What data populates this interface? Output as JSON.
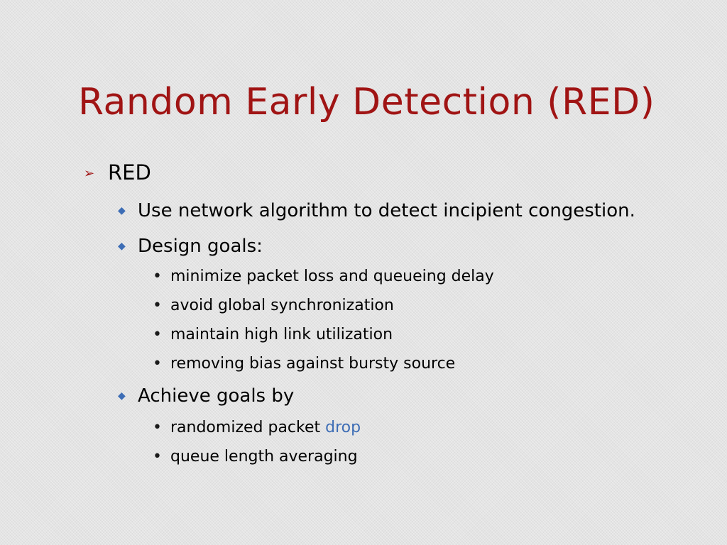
{
  "slide": {
    "title": "Random Early Detection (RED)",
    "colors": {
      "title": "#a01414",
      "accent": "#3d6db5",
      "bullet_l1": "#a01414",
      "bullet_l2": "#3d6db5"
    },
    "level1": {
      "bullet_icon": "arrow-bullet-icon",
      "text": "RED"
    },
    "level2": [
      {
        "bullet_icon": "diamond-bullet-icon",
        "text": "Use network algorithm to detect incipient congestion."
      },
      {
        "bullet_icon": "diamond-bullet-icon",
        "text": "Design goals:",
        "subitems": [
          "minimize packet loss and queueing delay",
          "avoid global synchronization",
          "maintain high link utilization",
          "removing bias against bursty source"
        ]
      },
      {
        "bullet_icon": "diamond-bullet-icon",
        "text": "Achieve goals by",
        "subitems": [
          {
            "text": "randomized packet ",
            "highlight": "drop"
          },
          "queue length averaging"
        ]
      }
    ]
  }
}
